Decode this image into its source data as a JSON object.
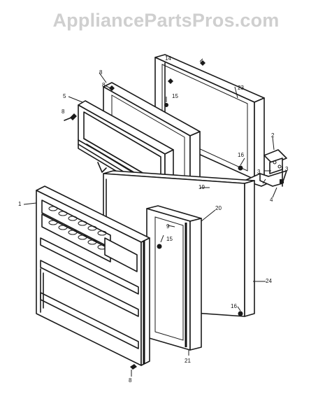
{
  "watermark": "AppliancePartsPros.com",
  "callouts": {
    "p1": "1",
    "p2": "2",
    "p3a": "3",
    "p3b": "3",
    "p4": "4",
    "p5": "5",
    "p8a": "8",
    "p8b": "8",
    "p8c": "8",
    "p9": "9",
    "p14": "14",
    "p15a": "15",
    "p15b": "15",
    "p16a": "16",
    "p16b": "16",
    "p19": "19",
    "p20": "20",
    "p21": "21",
    "p23": "23",
    "p24": "24"
  }
}
